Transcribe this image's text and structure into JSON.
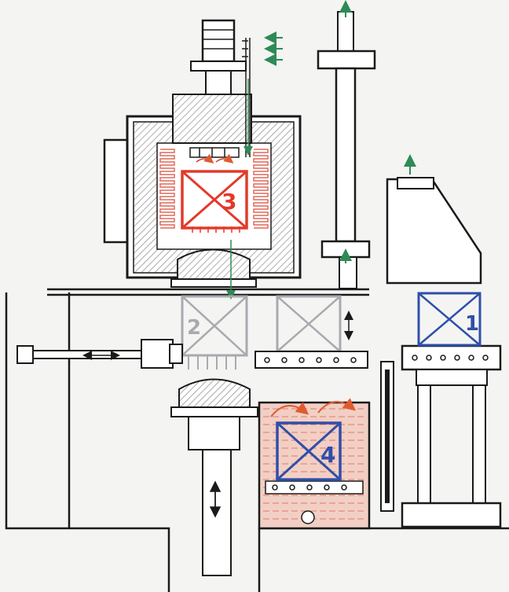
{
  "labels": {
    "station_1": "1",
    "station_2": "2",
    "station_3": "3",
    "station_4": "4"
  },
  "colors": {
    "outline": "#1a1a1a",
    "hatch": "#8a8a8a",
    "furnace_red": "#e23a2a",
    "heater_red": "#e06a5a",
    "quench_blue": "#2f4faa",
    "gray_load": "#a9aab0",
    "gas_green": "#2f8a55",
    "quench_oil": "#f2cfc4",
    "oil_lines": "#e07a6a"
  },
  "icons": {
    "motor": "motor-icon",
    "fan": "fan-icon",
    "gas_inlet": "gas-inlet-arrows-icon",
    "exhaust": "exhaust-arrow-icon",
    "vertical_motion": "double-arrow-vertical-icon",
    "horizontal_motion": "double-arrow-horizontal-icon"
  }
}
